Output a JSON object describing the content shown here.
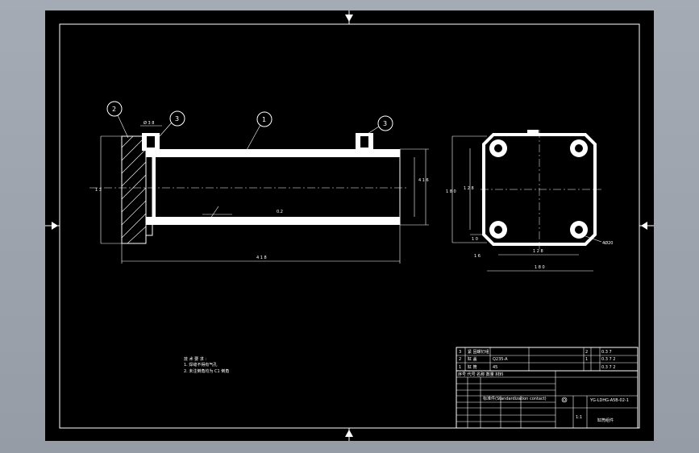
{
  "balloons": {
    "b1": "1",
    "b2": "2",
    "b3a": "3",
    "b3b": "3"
  },
  "dimensions": {
    "overall_length": "4 1 8",
    "diameter_right_group": "4 1 6",
    "diameter_left": "1 3",
    "slope": "0.2",
    "hole_callout": "4Ø20",
    "side_height": "1 8 0",
    "side_inner_height": "1 2 8",
    "side_inner_width": "1 2 8",
    "side_width": "1 8 0",
    "side_small_a": "1 0",
    "side_small_b": "1 6",
    "boss_width": "Ø 3 8"
  },
  "notes": {
    "heading": "技 术 要 求 :",
    "line1": "1. 焊缝不得有气孔",
    "line2": "2. 未注倒角均为 C1 倒角"
  },
  "title_block": {
    "rev_rows": [
      {
        "no": "3",
        "desc": "紧 固螺钉组",
        "right_no": "2",
        "right_val": "0.3 7"
      },
      {
        "no": "2",
        "desc": "缸  盖",
        "mid": "Q235-A",
        "right_no": "1",
        "right_val": "0.3 7 2"
      },
      {
        "no": "1",
        "desc": "缸  筒",
        "mid": "45",
        "right_no": "",
        "right_val": "0.3 7 2"
      }
    ],
    "header_row": "序号  代号      名称          数量   材料",
    "drawing_no": "YG-LDHG-A5B-02-1",
    "part_name": "缸筒组件",
    "material_label": "标准件(Standardization contact)",
    "scale": "1:1"
  }
}
